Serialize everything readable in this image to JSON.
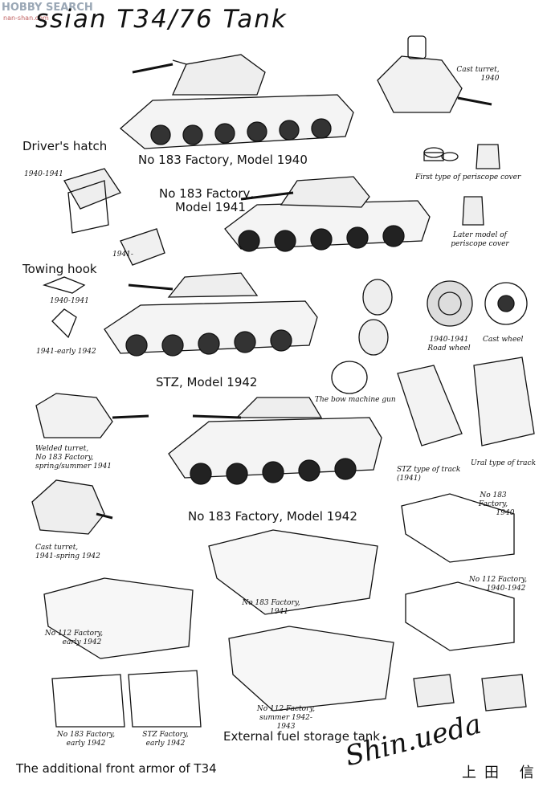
{
  "watermark": {
    "brand": "HOBBY SEARCH",
    "sub": "nan-shan.com"
  },
  "title": "ssian  T34/76  Tank",
  "headings": {
    "drivers_hatch": "Driver's hatch",
    "model_1940": "No 183 Factory, Model 1940",
    "model_1941_line1": "No 183 Factory,",
    "model_1941_line2": "Model 1941",
    "towing_hook": "Towing hook",
    "stz_1942": "STZ, Model 1942",
    "model_1942": "No 183 Factory, Model 1942",
    "fuel_tank": "External fuel storage tank",
    "front_armor": "The additional front armor of T34"
  },
  "captions": {
    "cast_turret_1": "Cast turret,",
    "cast_turret_2": "1940",
    "hatch_1940_1941": "1940-1941",
    "hatch_1941": "1941-",
    "periscope_first": "First type of periscope cover",
    "periscope_later_1": "Later model of",
    "periscope_later_2": "periscope cover",
    "hook_1940_1941": "1940-1941",
    "hook_1941_1942": "1941-early 1942",
    "road_wheel_1": "1940-1941",
    "road_wheel_2": "Road wheel",
    "cast_wheel": "Cast wheel",
    "bow_gun": "The bow machine gun",
    "welded_1": "Welded turret,",
    "welded_2": "No 183 Factory,",
    "welded_3": "spring/summer 1941",
    "stz_track_1": "STZ type of track",
    "stz_track_2": "(1941)",
    "ural_track": "Ural type of track",
    "n183_1940_1": "No 183 Factory,",
    "n183_1940_2": "1940",
    "cast_1941_1": "Cast turret,",
    "cast_1941_2": "1941-spring 1942",
    "n112_1940_1": "No 112 Factory,",
    "n112_1940_2": "1940-1942",
    "n183_1941_1": "No 183 Factory,",
    "n183_1941_2": "1941",
    "n112_early_1": "No 112 Factory,",
    "n112_early_2": "early 1942",
    "n112_summer_1": "No 112 Factory,",
    "n112_summer_2": "summer 1942-1943",
    "n183_early_1": "No 183 Factory,",
    "n183_early_2": "early 1942",
    "stz_early_1": "STZ Factory,",
    "stz_early_2": "early 1942"
  },
  "signature": {
    "latin": "Shin.ueda",
    "japanese": "上田  信"
  }
}
